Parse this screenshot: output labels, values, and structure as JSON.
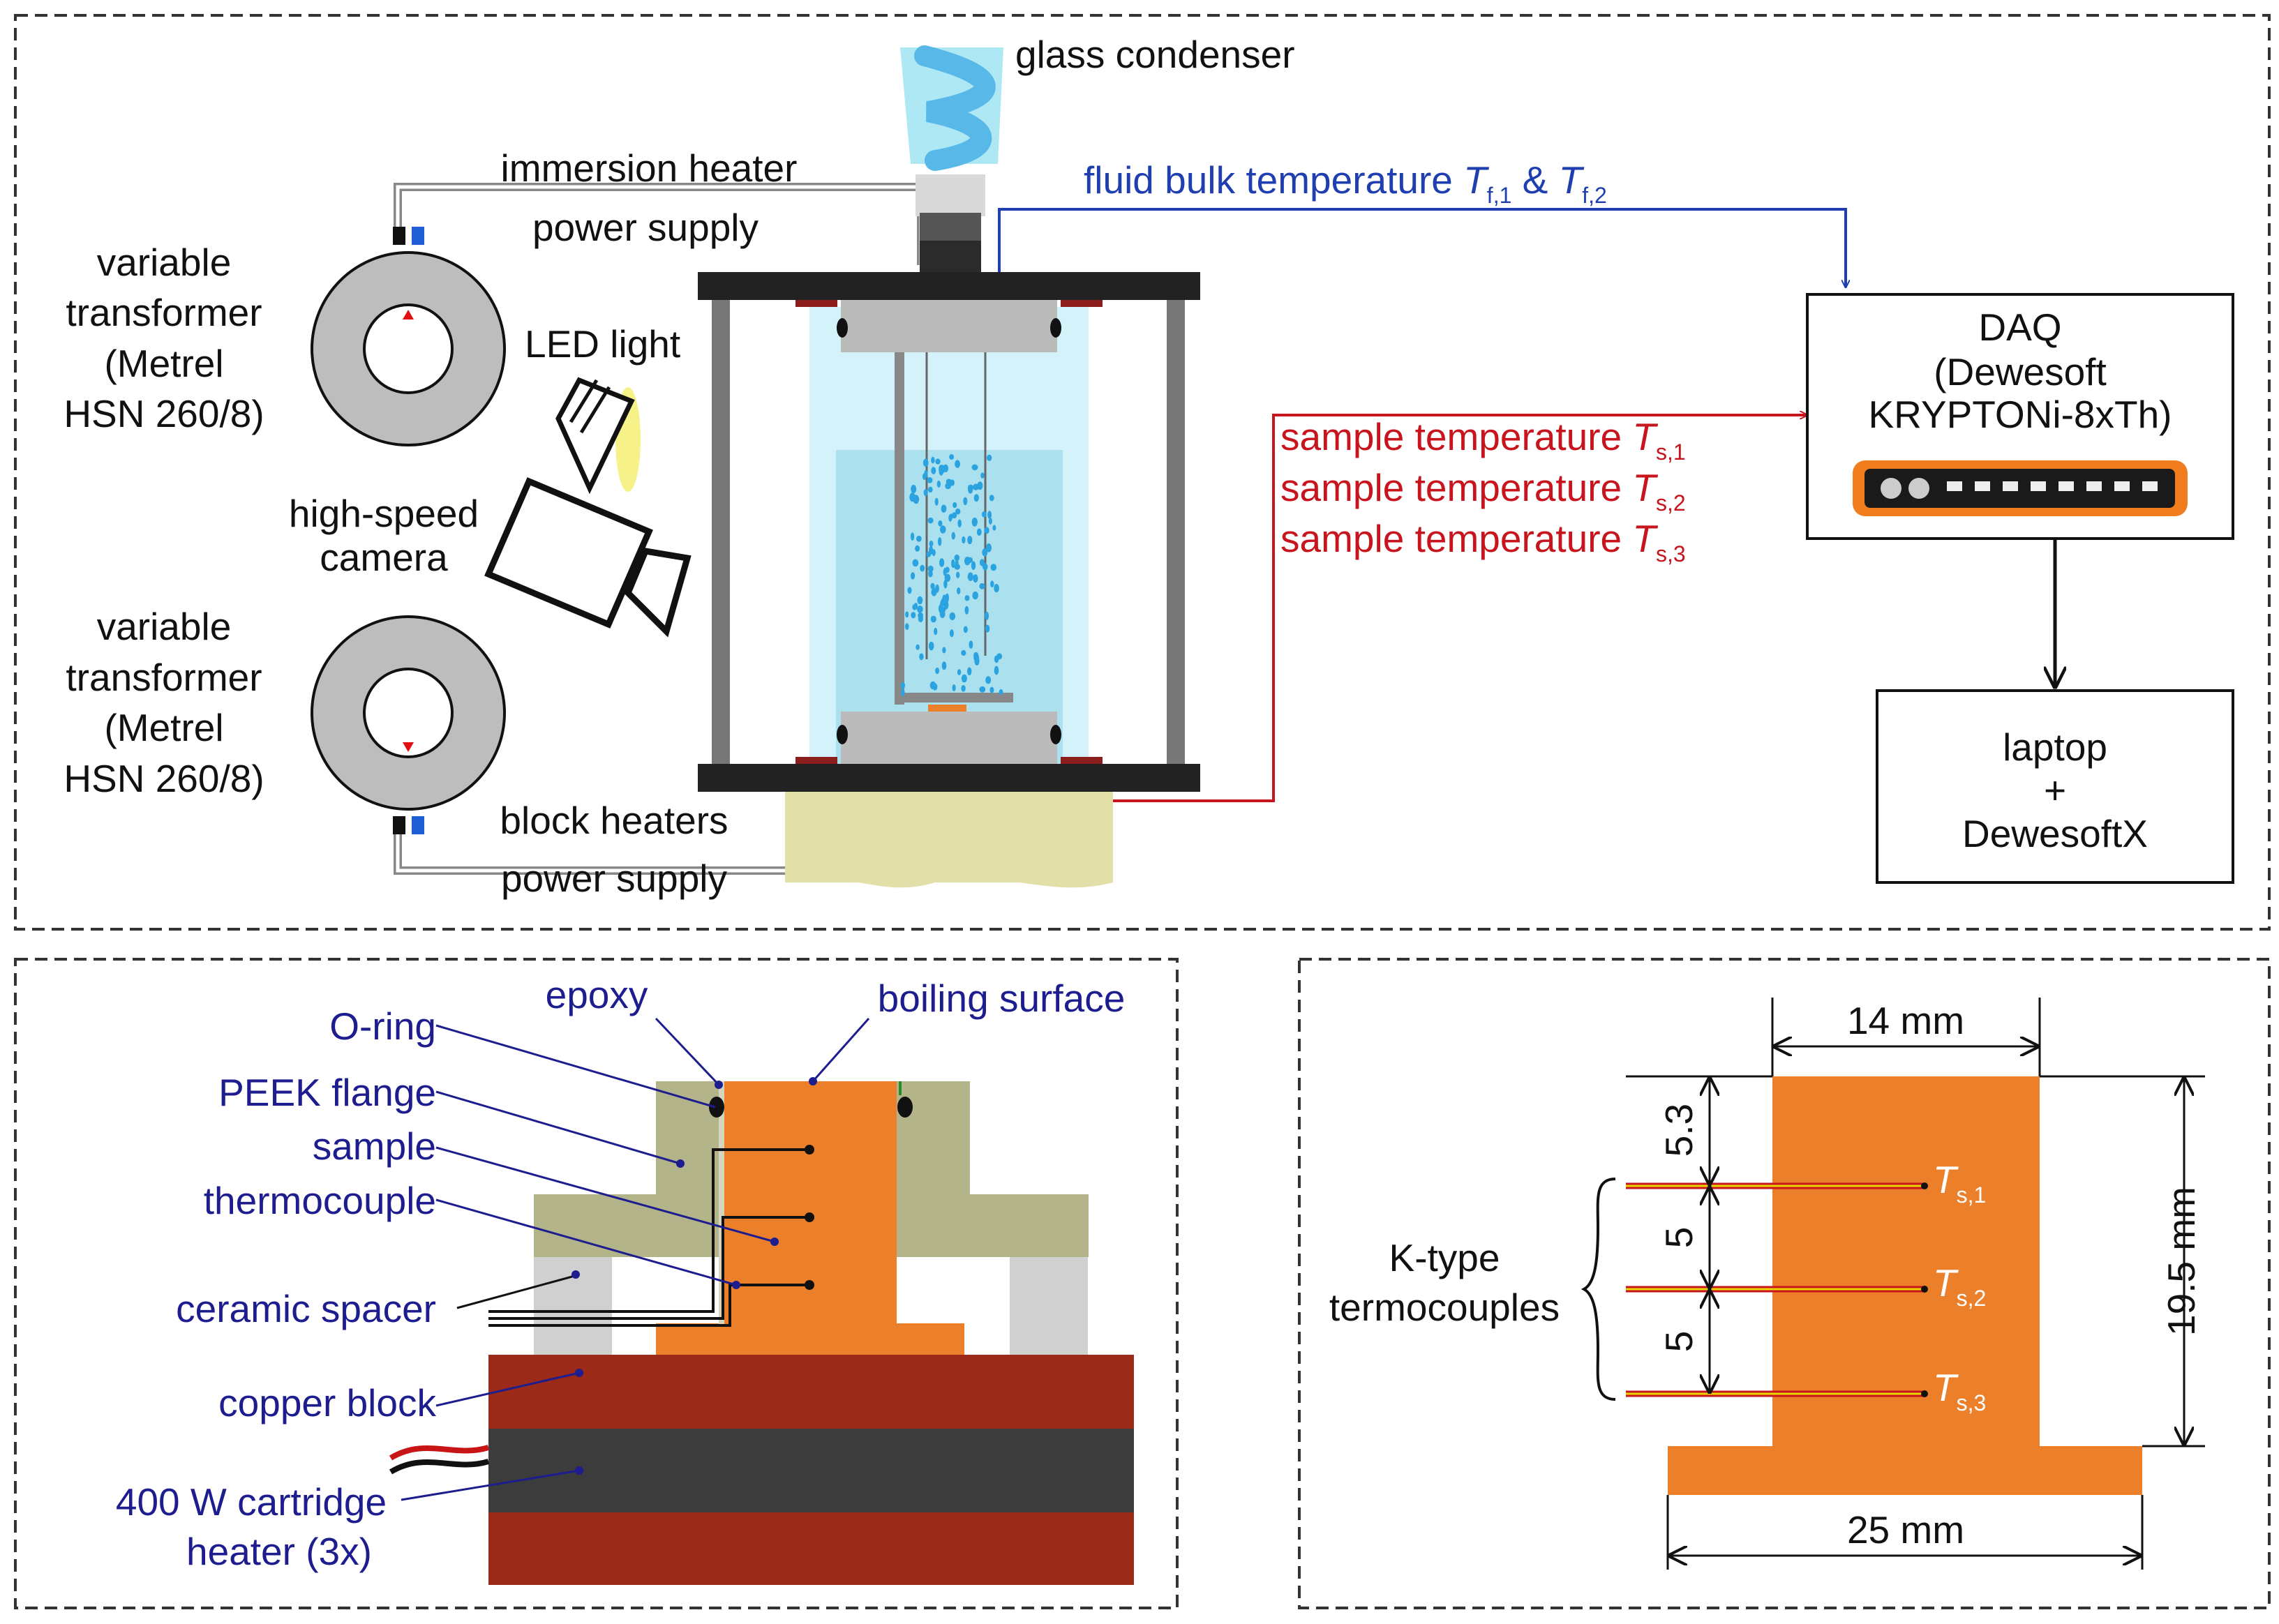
{
  "top": {
    "glass_condenser": "glass condenser",
    "immersion_heater": "immersion heater",
    "power_supply_top": "power supply",
    "vt1": [
      "variable",
      "transformer",
      "(Metrel",
      "HSN 260/8)"
    ],
    "vt2": [
      "variable",
      "transformer",
      "(Metrel",
      "HSN 260/8)"
    ],
    "led_light": "LED light",
    "camera": [
      "high-speed",
      "camera"
    ],
    "block_heaters": "block heaters",
    "power_supply_bottom": "power supply",
    "fluid_prefix": "fluid bulk temperature ",
    "fluid_sym1": "T",
    "fluid_sub1": "f,1",
    "fluid_amp": " & ",
    "fluid_sym2": "T",
    "fluid_sub2": "f,2",
    "sample_temps": [
      {
        "prefix": "sample temperature ",
        "sym": "T",
        "sub": "s,1"
      },
      {
        "prefix": "sample temperature ",
        "sym": "T",
        "sub": "s,2"
      },
      {
        "prefix": "sample temperature ",
        "sym": "T",
        "sub": "s,3"
      }
    ],
    "daq": [
      "DAQ",
      "(Dewesoft",
      "KRYPTONi-8xTh)"
    ],
    "laptop": [
      "laptop",
      "+",
      "DewesoftX"
    ]
  },
  "detail": {
    "epoxy": "epoxy",
    "boiling_surface": "boiling surface",
    "o_ring": "O-ring",
    "peek_flange": "PEEK flange",
    "sample": "sample",
    "thermocouple": "thermocouple",
    "ceramic_spacer": "ceramic spacer",
    "copper_block": "copper block",
    "cartridge": [
      "400 W cartridge",
      "heater (3x)"
    ]
  },
  "dims": {
    "width_top": "14 mm",
    "width_bottom": "25 mm",
    "height": "19.5 mm",
    "d1": "5.3",
    "d2": "5",
    "d3": "5",
    "ktype": [
      "K-type",
      "termocouples"
    ],
    "ts": [
      {
        "sym": "T",
        "sub": "s,1"
      },
      {
        "sym": "T",
        "sub": "s,2"
      },
      {
        "sym": "T",
        "sub": "s,3"
      }
    ]
  },
  "colors": {
    "orange": "#ec7f2a",
    "copper": "#9b2b18",
    "peek": "#b4b48a",
    "blue_label": "#1d1d8f",
    "red_label": "#c8141c"
  }
}
